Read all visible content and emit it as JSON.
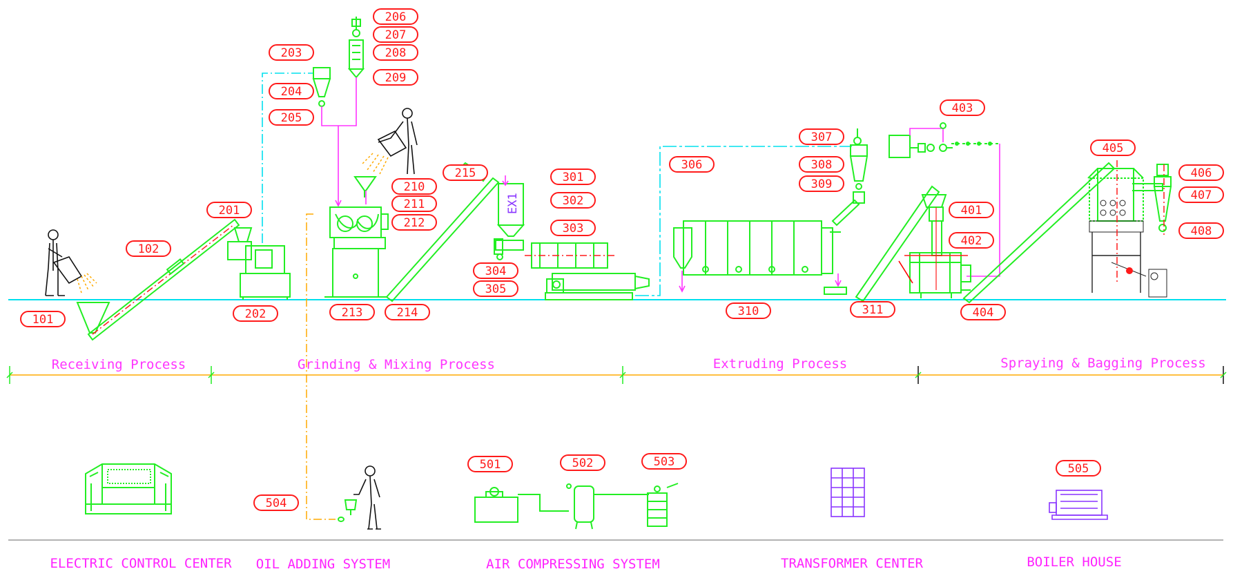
{
  "tags": [
    {
      "id": "101",
      "label": "101"
    },
    {
      "id": "102",
      "label": "102"
    },
    {
      "id": "201",
      "label": "201"
    },
    {
      "id": "202",
      "label": "202"
    },
    {
      "id": "203",
      "label": "203"
    },
    {
      "id": "204",
      "label": "204"
    },
    {
      "id": "205",
      "label": "205"
    },
    {
      "id": "206",
      "label": "206"
    },
    {
      "id": "207",
      "label": "207"
    },
    {
      "id": "208",
      "label": "208"
    },
    {
      "id": "209",
      "label": "209"
    },
    {
      "id": "210",
      "label": "210"
    },
    {
      "id": "211",
      "label": "211"
    },
    {
      "id": "212",
      "label": "212"
    },
    {
      "id": "213",
      "label": "213"
    },
    {
      "id": "214",
      "label": "214"
    },
    {
      "id": "215",
      "label": "215"
    },
    {
      "id": "301",
      "label": "301"
    },
    {
      "id": "302",
      "label": "302"
    },
    {
      "id": "303",
      "label": "303"
    },
    {
      "id": "304",
      "label": "304"
    },
    {
      "id": "305",
      "label": "305"
    },
    {
      "id": "306",
      "label": "306"
    },
    {
      "id": "307",
      "label": "307"
    },
    {
      "id": "308",
      "label": "308"
    },
    {
      "id": "309",
      "label": "309"
    },
    {
      "id": "310",
      "label": "310"
    },
    {
      "id": "311",
      "label": "311"
    },
    {
      "id": "401",
      "label": "401"
    },
    {
      "id": "402",
      "label": "402"
    },
    {
      "id": "403",
      "label": "403"
    },
    {
      "id": "404",
      "label": "404"
    },
    {
      "id": "405",
      "label": "405"
    },
    {
      "id": "406",
      "label": "406"
    },
    {
      "id": "407",
      "label": "407"
    },
    {
      "id": "408",
      "label": "408"
    },
    {
      "id": "501",
      "label": "501"
    },
    {
      "id": "502",
      "label": "502"
    },
    {
      "id": "503",
      "label": "503"
    },
    {
      "id": "504",
      "label": "504"
    },
    {
      "id": "505",
      "label": "505"
    }
  ],
  "processes": [
    {
      "id": "receiving",
      "label": "Receiving Process"
    },
    {
      "id": "grinding",
      "label": "Grinding & Mixing Process"
    },
    {
      "id": "extruding",
      "label": "Extruding Process"
    },
    {
      "id": "spraying",
      "label": "Spraying & Bagging Process"
    }
  ],
  "systems": [
    {
      "id": "electric",
      "label": "ELECTRIC CONTROL CENTER"
    },
    {
      "id": "oil",
      "label": "OIL ADDING SYSTEM"
    },
    {
      "id": "air",
      "label": "AIR COMPRESSING SYSTEM"
    },
    {
      "id": "transformer",
      "label": "TRANSFORMER CENTER"
    },
    {
      "id": "boiler",
      "label": "BOILER HOUSE"
    }
  ],
  "equipment_text": {
    "extruder_hopper": "EX1"
  },
  "colors": {
    "equipment": "#22ee22",
    "tag": "#ff1a1a",
    "process_label": "#ff33ff",
    "ground_line": "#00e0ee",
    "dimension_line": "#ffaa00"
  }
}
